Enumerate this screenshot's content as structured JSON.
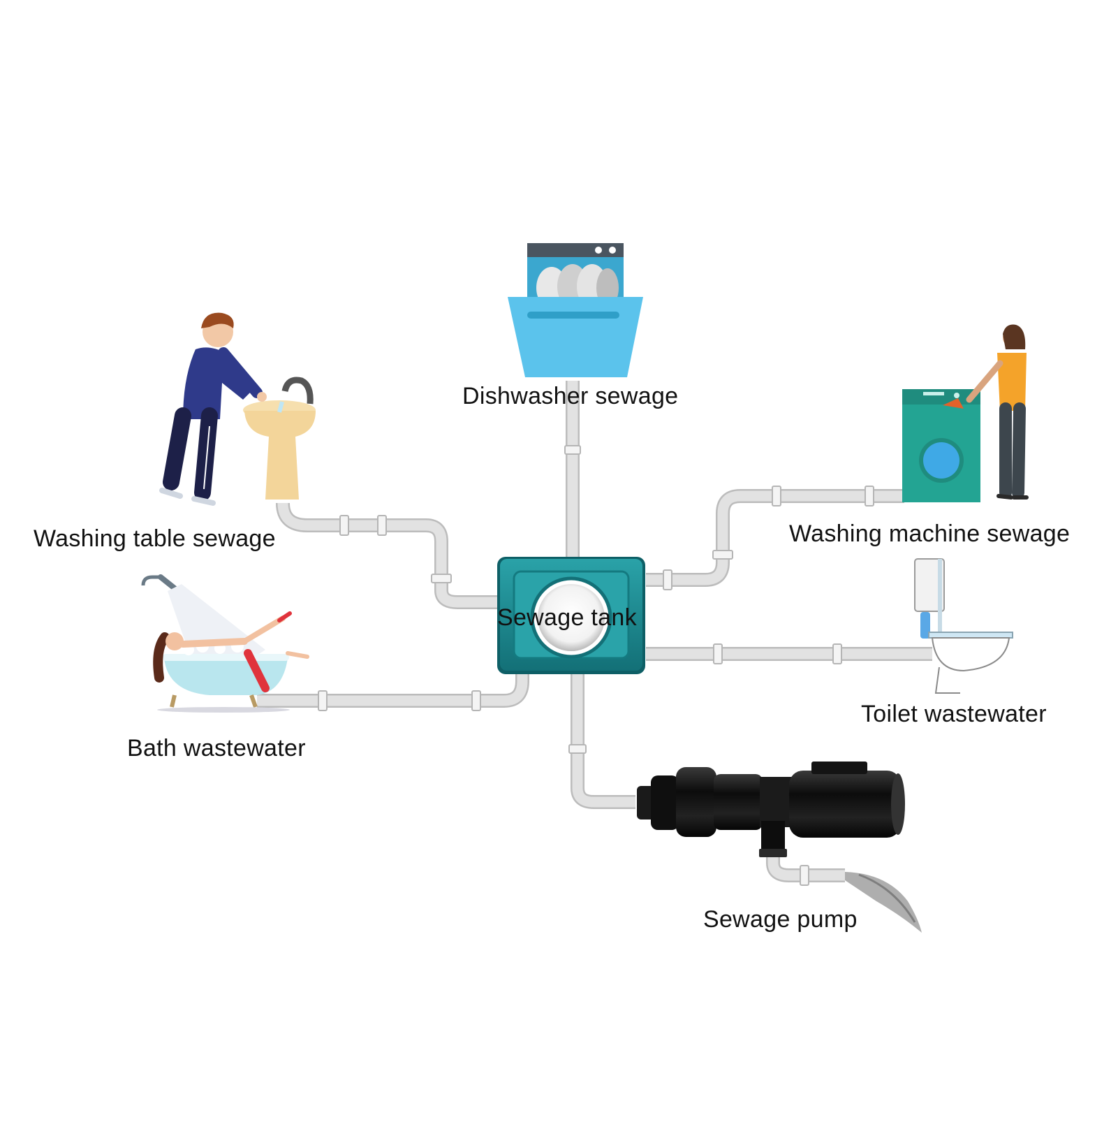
{
  "labels": {
    "dishwasher": "Dishwasher sewage",
    "washing_table": "Washing table sewage",
    "washing_machine": "Washing machine sewage",
    "bath": "Bath wastewater",
    "toilet": "Toilet wastewater",
    "pump": "Sewage pump",
    "tank": "Sewage tank"
  },
  "icons": {
    "dishwasher": "dishwasher-icon",
    "washing_table": "person-washing-hands-icon",
    "washing_machine": "woman-washing-machine-icon",
    "bath": "woman-bathtub-icon",
    "toilet": "toilet-icon",
    "pump": "sewage-pump-icon",
    "tank": "sewage-tank-icon"
  },
  "colors": {
    "pipe": "#dcdcdc",
    "pipe_edge": "#bdbdbd",
    "tank": "#1f8f95",
    "tank_dark": "#0e5f66",
    "dishwasher": "#5bc3ec",
    "washing_machine": "#23a493",
    "pump": "#111111"
  }
}
